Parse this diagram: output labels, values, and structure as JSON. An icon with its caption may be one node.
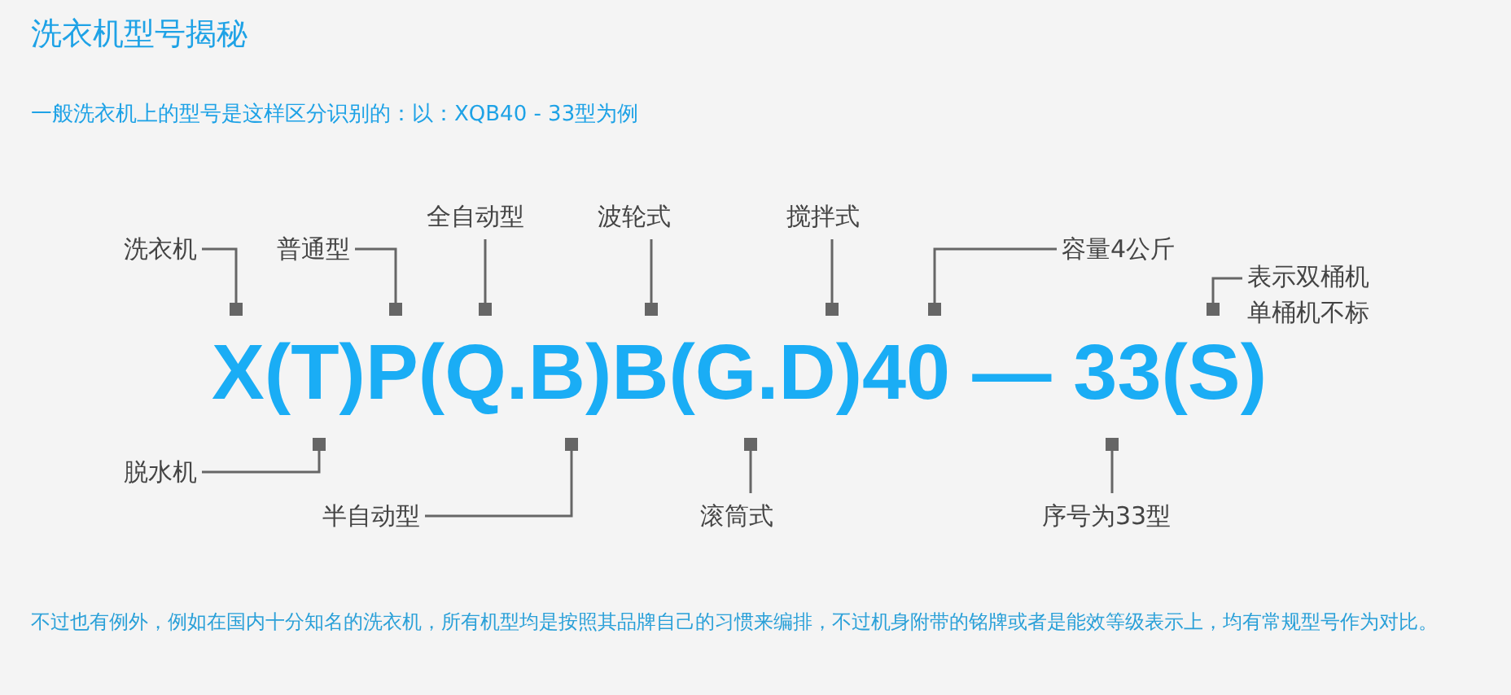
{
  "diagram": {
    "title": "洗衣机型号揭秘",
    "nodes": [
      {
        "text": [
          "洗衣机"
        ]
      },
      {
        "text": [
          "普通型"
        ]
      },
      {
        "text": [
          "全自动型"
        ]
      },
      {
        "text": [
          "波轮式"
        ]
      },
      {
        "text": [
          "搅拌式"
        ]
      },
      {
        "text": [
          "容量4公斤"
        ]
      },
      {
        "text": [
          "表示双桶机单桶机不标"
        ]
      },
      {
        "text": [
          "脱水机"
        ]
      },
      {
        "text": [
          "半自动型"
        ]
      },
      {
        "text": [
          "滚筒式"
        ]
      },
      {
        "text": [
          "序号为33型"
        ]
      },
      {
        "text": [
          "X(T)P(Q.B)B(G.D)40 — 33(S)"
        ]
      }
    ],
    "edges": [
      {
        "from": 0,
        "to": 11,
        "arrow": "other"
      },
      {
        "from": 1,
        "to": 11,
        "arrow": "other"
      },
      {
        "from": 2,
        "to": 11,
        "arrow": "other"
      },
      {
        "from": 3,
        "to": 11,
        "arrow": "other"
      },
      {
        "from": 4,
        "to": 11,
        "arrow": "other"
      },
      {
        "from": 5,
        "to": 11,
        "arrow": "other"
      },
      {
        "from": 6,
        "to": 11,
        "arrow": "other"
      },
      {
        "from": 7,
        "to": 11,
        "arrow": "other"
      },
      {
        "from": 8,
        "to": 11,
        "arrow": "other"
      },
      {
        "from": 9,
        "to": 11,
        "arrow": "other"
      },
      {
        "from": 10,
        "to": 11,
        "arrow": "other"
      }
    ],
    "labels": [
      "一般洗衣机上的型号是这样区分识别的：以：XQB40 - 33型为例",
      "不过也有例外，例如在国内十分知名的洗衣机，所有机型均是按照其品牌自己的习惯来编排，不过机身附带的铭牌或者是能效等级表示上，均有常规型号作为对比。"
    ]
  }
}
